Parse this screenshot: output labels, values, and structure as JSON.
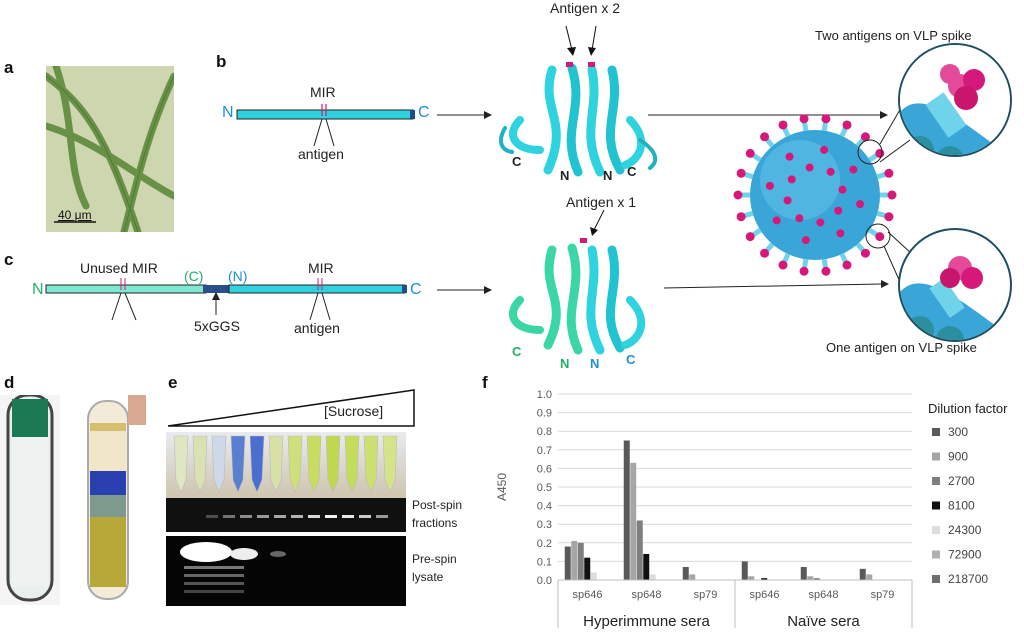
{
  "panels": {
    "a": {
      "letter": "a",
      "scale_bar": "40 μm"
    },
    "b": {
      "letter": "b",
      "n": "N",
      "c": "C",
      "mir": "MIR",
      "antigen": "antigen",
      "antigen_count": "Antigen x 2",
      "struct_c1": "C",
      "struct_n1": "N",
      "struct_n2": "N",
      "struct_c2": "C",
      "callout": "Two antigens on VLP spike"
    },
    "c": {
      "letter": "c",
      "n": "N",
      "c": "C",
      "unused_mir": "Unused MIR",
      "c_paren": "(C)",
      "n_paren": "(N)",
      "mir": "MIR",
      "linker": "5xGGS",
      "antigen": "antigen",
      "antigen_count": "Antigen x 1",
      "struct_c1": "C",
      "struct_n1": "N",
      "struct_n2": "N",
      "struct_c2": "C",
      "callout": "One antigen on VLP spike"
    },
    "d": {
      "letter": "d"
    },
    "e": {
      "letter": "e",
      "gradient": "[Sucrose]",
      "post_spin": "Post-spin",
      "fractions": "fractions",
      "pre_spin": "Pre-spin",
      "lysate": "lysate"
    },
    "f": {
      "letter": "f"
    }
  },
  "colors": {
    "cyan": "#2fd3e0",
    "green": "#3ad6a6",
    "magenta": "#d6187a",
    "vlp": "#3aa6d8"
  },
  "chart_data": {
    "type": "bar",
    "ylabel": "A450",
    "ylim": [
      0,
      1.0
    ],
    "yticks": [
      "0.0",
      "0.1",
      "0.2",
      "0.3",
      "0.4",
      "0.5",
      "0.6",
      "0.7",
      "0.8",
      "0.9",
      "1.0"
    ],
    "categories": [
      "sp646",
      "sp648",
      "sp79",
      "sp646",
      "sp648",
      "sp79"
    ],
    "groups": [
      "Hyperimmune sera",
      "Naïve sera"
    ],
    "legend_title": "Dilution factor",
    "legend_position": "right",
    "series": [
      {
        "name": "300",
        "color": "#595959",
        "values": [
          0.18,
          0.75,
          0.07,
          0.1,
          0.07,
          0.06
        ]
      },
      {
        "name": "900",
        "color": "#a6a6a6",
        "values": [
          0.21,
          0.63,
          0.03,
          0.02,
          0.02,
          0.03
        ]
      },
      {
        "name": "2700",
        "color": "#7f7f7f",
        "values": [
          0.2,
          0.32,
          0.0,
          0.0,
          0.01,
          0.0
        ]
      },
      {
        "name": "8100",
        "color": "#111111",
        "values": [
          0.12,
          0.14,
          0.0,
          0.01,
          0.0,
          0.0
        ]
      },
      {
        "name": "24300",
        "color": "#dddddd",
        "values": [
          0.04,
          0.03,
          0.0,
          0.0,
          0.0,
          0.0
        ]
      },
      {
        "name": "72900",
        "color": "#b0b0b0",
        "values": [
          0.0,
          0.0,
          0.0,
          0.0,
          0.0,
          0.0
        ]
      },
      {
        "name": "218700",
        "color": "#6e6e6e",
        "values": [
          0.0,
          0.0,
          0.0,
          0.0,
          0.0,
          0.0
        ]
      }
    ]
  }
}
